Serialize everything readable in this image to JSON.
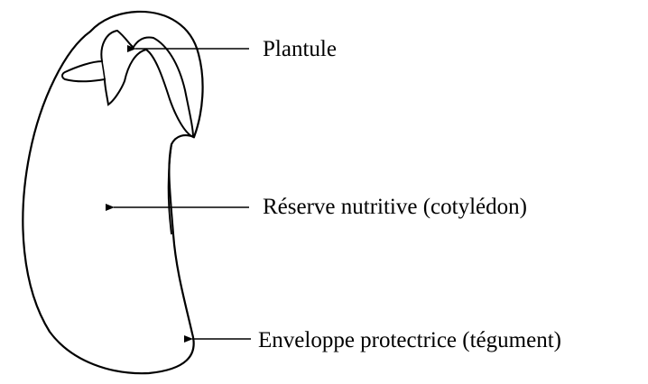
{
  "labels": {
    "plantule": "Plantule",
    "reserve": "Réserve nutritive (cotylédon)",
    "enveloppe": "Enveloppe protectrice (tégument)"
  },
  "colors": {
    "stroke": "#000000",
    "background": "#ffffff"
  }
}
